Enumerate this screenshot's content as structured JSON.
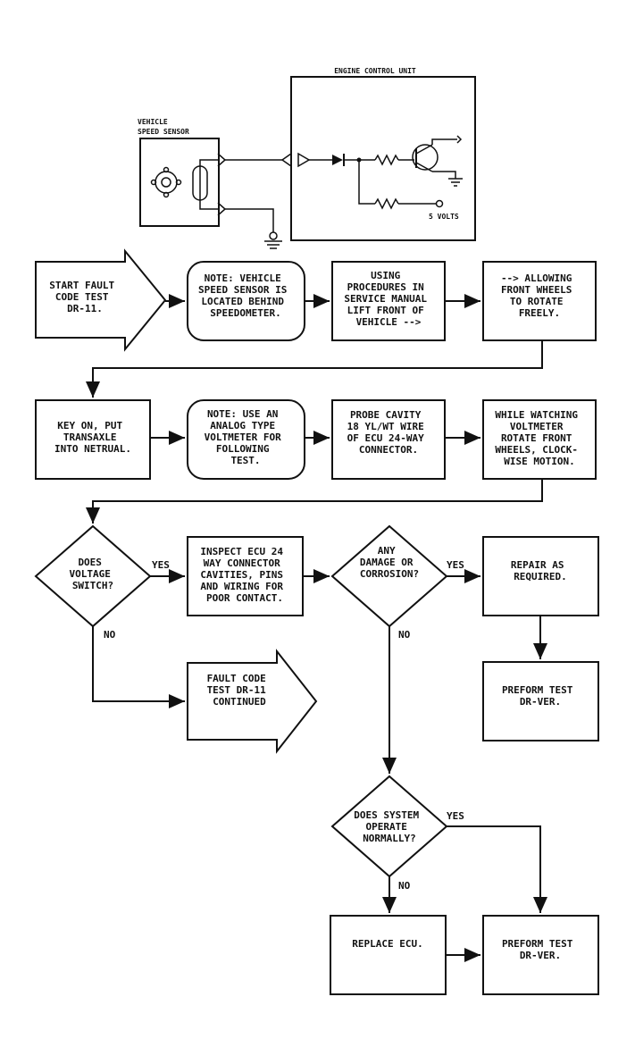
{
  "schematic": {
    "ecu_title": "ENGINE CONTROL UNIT",
    "sensor_title_1": "VEHICLE",
    "sensor_title_2": "SPEED SENSOR",
    "five_volts": "5 VOLTS"
  },
  "row1": {
    "start": [
      "START FAULT",
      "CODE TEST",
      "DR-11."
    ],
    "note": [
      "NOTE: VEHICLE",
      "SPEED SENSOR IS",
      "LOCATED BEHIND",
      "SPEEDOMETER."
    ],
    "using": [
      "USING",
      "PROCEDURES IN",
      "SERVICE MANUAL",
      "LIFT FRONT OF",
      "VEHICLE -->"
    ],
    "allowing": [
      "--> ALLOWING",
      "FRONT WHEELS",
      "TO ROTATE",
      "FREELY."
    ]
  },
  "row2": {
    "key_on": [
      "KEY ON, PUT",
      "TRANSAXLE",
      "INTO NETRUAL."
    ],
    "note": [
      "NOTE: USE AN",
      "ANALOG TYPE",
      "VOLTMETER FOR",
      "FOLLOWING",
      "TEST."
    ],
    "probe": [
      "PROBE CAVITY",
      "18 YL/WT WIRE",
      "OF ECU 24-WAY",
      "CONNECTOR."
    ],
    "watching": [
      "WHILE WATCHING",
      "VOLTMETER",
      "ROTATE FRONT",
      "WHEELS, CLOCK-",
      "WISE MOTION."
    ]
  },
  "row3": {
    "decision_voltage": [
      "DOES",
      "VOLTAGE",
      "SWITCH?"
    ],
    "inspect": [
      "INSPECT ECU 24",
      "WAY CONNECTOR",
      "CAVITIES, PINS",
      "AND WIRING FOR",
      "POOR CONTACT."
    ],
    "decision_damage": [
      "ANY",
      "DAMAGE OR",
      "CORROSION?"
    ],
    "repair": [
      "REPAIR AS",
      "REQUIRED."
    ]
  },
  "continued": [
    "FAULT CODE",
    "TEST DR-11",
    "CONTINUED"
  ],
  "preform_1": [
    "PREFORM TEST",
    "DR-VER."
  ],
  "decision_system": [
    "DOES SYSTEM",
    "OPERATE",
    "NORMALLY?"
  ],
  "replace": [
    "REPLACE ECU."
  ],
  "preform_2": [
    "PREFORM TEST",
    "DR-VER."
  ],
  "labels": {
    "yes": "YES",
    "no": "NO"
  }
}
